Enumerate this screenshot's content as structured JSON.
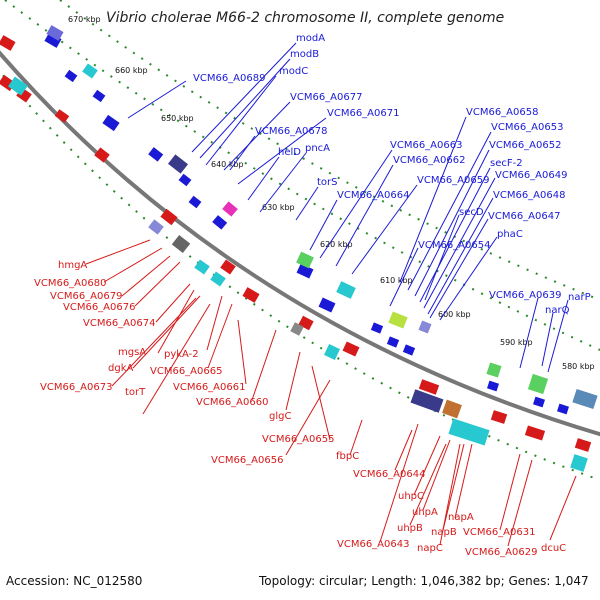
{
  "title": "Vibrio cholerae M66-2 chromosome II, complete genome",
  "accession": "Accession: NC_012580",
  "summary": "Topology: circular; Length: 1,046,382 bp; Genes: 1,047",
  "colors": {
    "forward": "#1a1ad6",
    "reverse": "#d61a1a",
    "backbone": "#777777",
    "dots": "#2a8a2a"
  },
  "ticks": [
    "670 kbp",
    "660 kbp",
    "650 kbp",
    "640 kbp",
    "630 kbp",
    "620 kbp",
    "610 kbp",
    "600 kbp",
    "590 kbp",
    "580 kbp"
  ],
  "forward_labels": [
    "modA",
    "modB",
    "modC",
    "VCM66_A0689",
    "VCM66_A0677",
    "VCM66_A0671",
    "VCM66_A0678",
    "helD",
    "pncA",
    "torS",
    "VCM66_A0663",
    "VCM66_A0662",
    "VCM66_A0659",
    "VCM66_A0664",
    "VCM66_A0658",
    "VCM66_A0653",
    "VCM66_A0652",
    "secF-2",
    "VCM66_A0649",
    "VCM66_A0648",
    "secD",
    "VCM66_A0647",
    "VCM66_A0654",
    "phaC",
    "VCM66_A0639",
    "narP",
    "narQ"
  ],
  "reverse_labels": [
    "hmgA",
    "VCM66_A0680",
    "VCM66_A0679",
    "VCM66_A0676",
    "VCM66_A0674",
    "mgsA",
    "dgkA",
    "pykA-2",
    "VCM66_A0673",
    "torT",
    "VCM66_A0665",
    "VCM66_A0661",
    "VCM66_A0660",
    "glgC",
    "VCM66_A0655",
    "VCM66_A0656",
    "fbpC",
    "VCM66_A0644",
    "uhpC",
    "uhpA",
    "uhpB",
    "VCM66_A0643",
    "napB",
    "napA",
    "napC",
    "VCM66_A0631",
    "VCM66_A0629",
    "dcuC"
  ]
}
